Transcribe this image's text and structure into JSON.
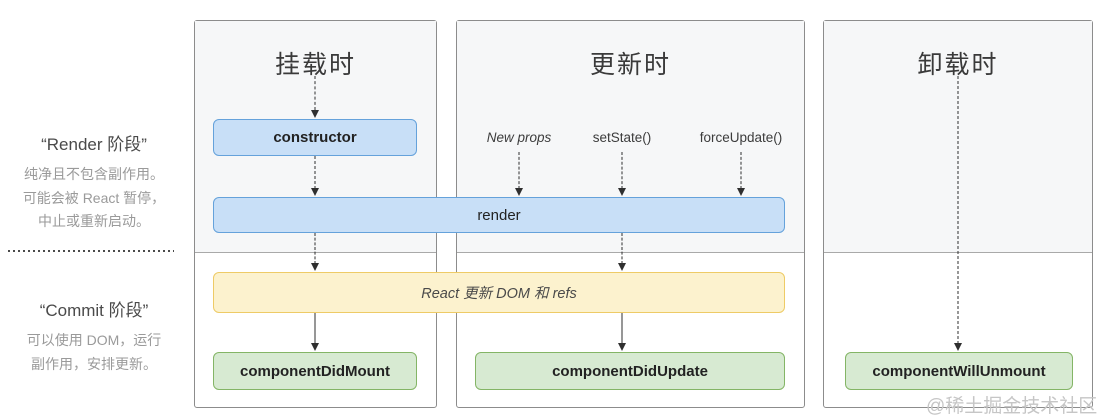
{
  "phases": {
    "render": {
      "title": "“Render 阶段”",
      "description_lines": [
        "纯净且不包含副作用。",
        "可能会被 React 暂停，",
        "中止或重新启动。"
      ]
    },
    "commit": {
      "title": "“Commit 阶段”",
      "description_lines": [
        "可以使用 DOM，运行",
        "副作用，安排更新。"
      ]
    }
  },
  "columns": [
    {
      "title": "挂载时"
    },
    {
      "title": "更新时",
      "triggers": [
        "New props",
        "setState()",
        "forceUpdate()"
      ]
    },
    {
      "title": "卸载时"
    }
  ],
  "boxes": {
    "constructor": "constructor",
    "render": "render",
    "react_updates": "React 更新 DOM 和 refs",
    "component_did_mount": "componentDidMount",
    "component_did_update": "componentDidUpdate",
    "component_will_unmount": "componentWillUnmount"
  },
  "watermark": "@稀土掘金技术社区",
  "colors": {
    "blue_fill": "#c8dff7",
    "blue_border": "#65a2db",
    "yellow_fill": "#fcf2ce",
    "yellow_border": "#eecb66",
    "green_fill": "#d7ead2",
    "green_border": "#84b566",
    "panel_border": "#8c8c8c",
    "render_region_bg": "#f6f7f8",
    "arrow": "#2f2f2f",
    "sidebar_text": "#9a9a9a",
    "watermark": "#c6c6c6"
  }
}
